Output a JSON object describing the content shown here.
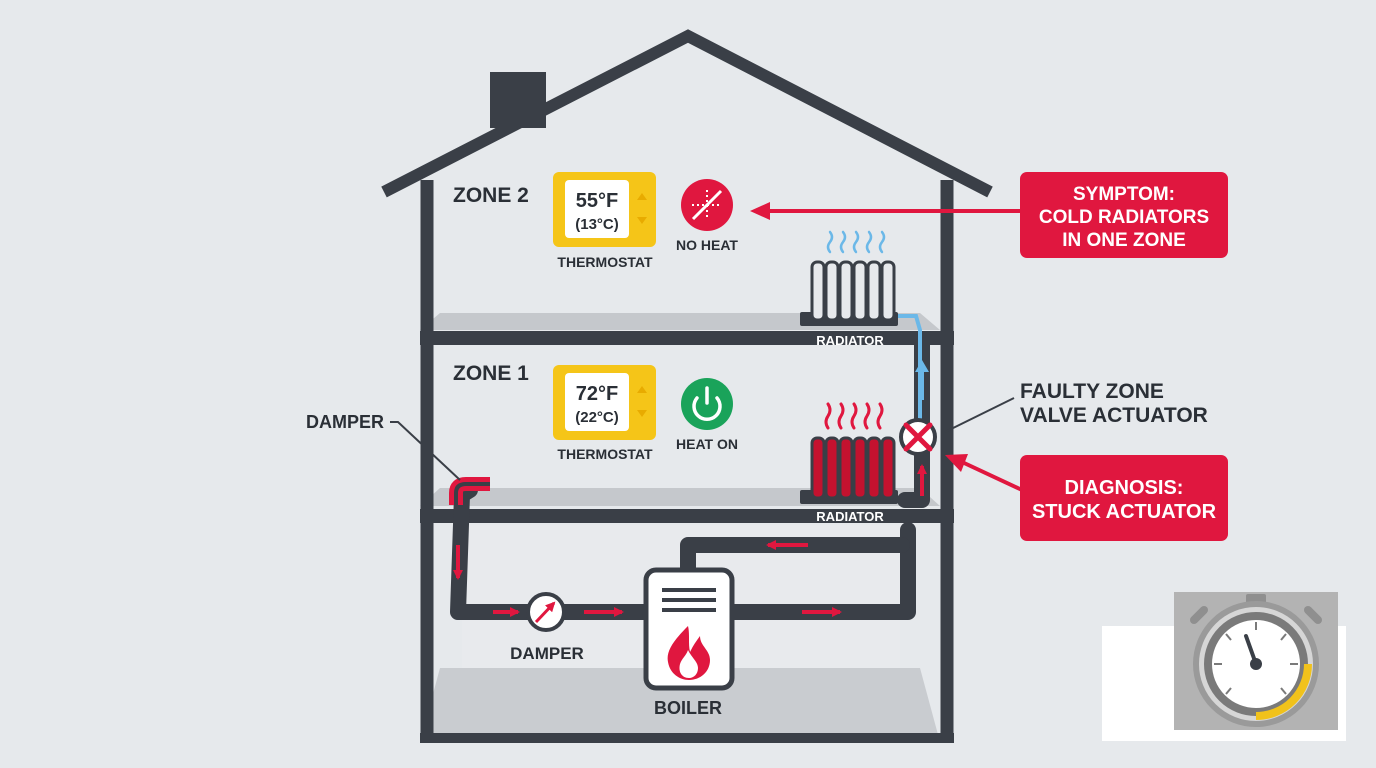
{
  "zone2": {
    "label": "ZONE 2",
    "thermostat": {
      "temp_f": "55°F",
      "temp_c": "(13°C)",
      "label": "THERMOSTAT"
    },
    "status": {
      "icon": "no-heat-icon",
      "label": "NO HEAT"
    },
    "radiator_label": "RADIATOR"
  },
  "zone1": {
    "label": "ZONE 1",
    "thermostat": {
      "temp_f": "72°F",
      "temp_c": "(22°C)",
      "label": "THERMOSTAT"
    },
    "status": {
      "icon": "power-on-icon",
      "label": "HEAT ON"
    },
    "radiator_label": "RADIATOR"
  },
  "damper_callout": "DAMPER",
  "damper_gauge_label": "DAMPER",
  "boiler_label": "BOILER",
  "valve": {
    "line1": "FAULTY ZONE",
    "line2": "VALVE ACTUATOR"
  },
  "symptom": {
    "line1": "SYMPTOM:",
    "line2": "COLD RADIATORS",
    "line3": "IN ONE ZONE"
  },
  "diagnosis": {
    "line1": "DIAGNOSIS:",
    "line2": "STUCK ACTUATOR"
  },
  "colors": {
    "wall": "#3a3f47",
    "accent_red": "#e0173f",
    "thermostat_yellow": "#f5c518",
    "status_green": "#1aa35a",
    "cold_blue": "#6bb8e8"
  }
}
